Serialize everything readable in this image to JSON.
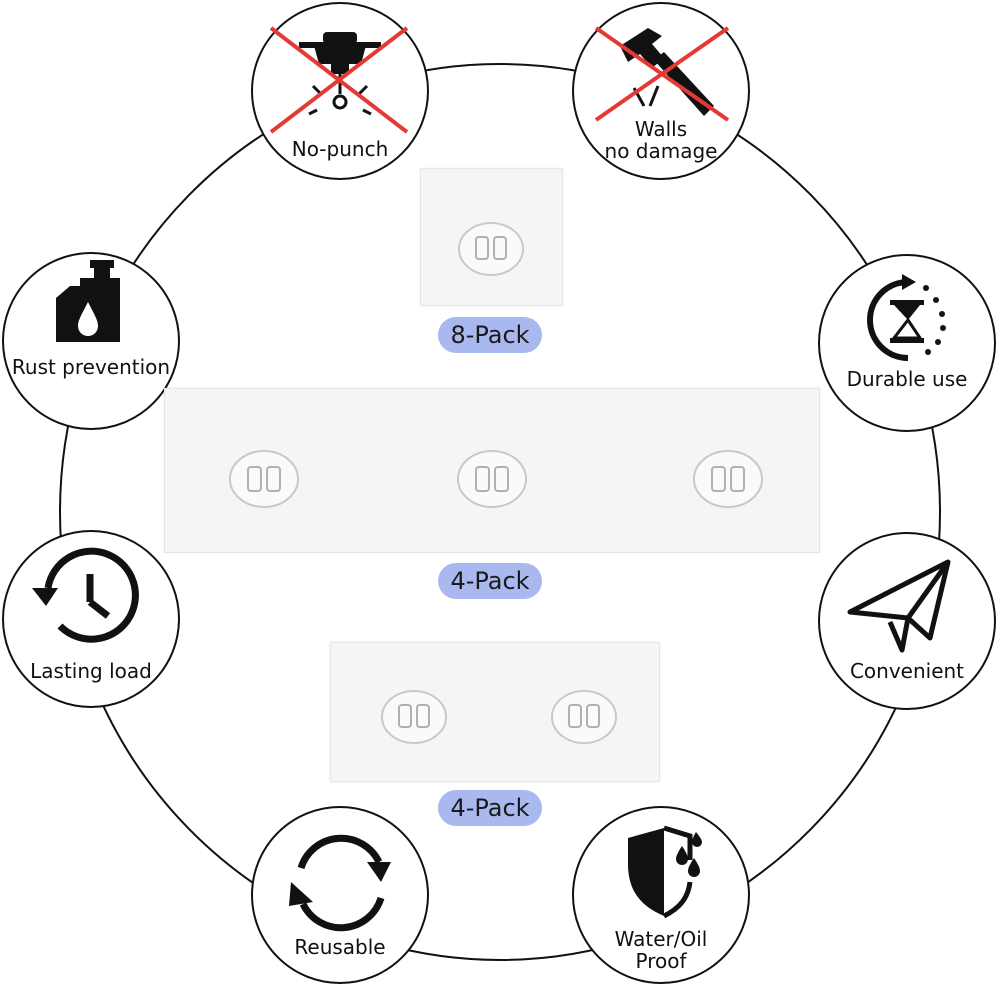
{
  "badges": [
    {
      "id": "no-punch",
      "label_lines": [
        "No-punch"
      ],
      "icon": "drill-crossed-icon"
    },
    {
      "id": "walls-no-damage",
      "label_lines": [
        "Walls",
        "no damage"
      ],
      "icon": "hammer-crossed-icon"
    },
    {
      "id": "rust-prevention",
      "label_lines": [
        "Rust prevention"
      ],
      "icon": "oil-can-icon"
    },
    {
      "id": "durable-use",
      "label_lines": [
        "Durable use"
      ],
      "icon": "hourglass-cycle-icon"
    },
    {
      "id": "lasting-load",
      "label_lines": [
        "Lasting load"
      ],
      "icon": "clock-history-icon"
    },
    {
      "id": "convenient",
      "label_lines": [
        "Convenient"
      ],
      "icon": "paper-plane-icon"
    },
    {
      "id": "reusable",
      "label_lines": [
        "Reusable"
      ],
      "icon": "refresh-arrows-icon"
    },
    {
      "id": "water-oil-proof",
      "label_lines": [
        "Water/Oil",
        "Proof"
      ],
      "icon": "shield-drops-icon"
    }
  ],
  "packs": [
    {
      "label": "8-Pack",
      "hooks": 1
    },
    {
      "label": "4-Pack",
      "hooks": 3
    },
    {
      "label": "4-Pack",
      "hooks": 2
    }
  ],
  "colors": {
    "pill": "#aab8f0",
    "cross": "#e53935",
    "ink": "#111111"
  }
}
